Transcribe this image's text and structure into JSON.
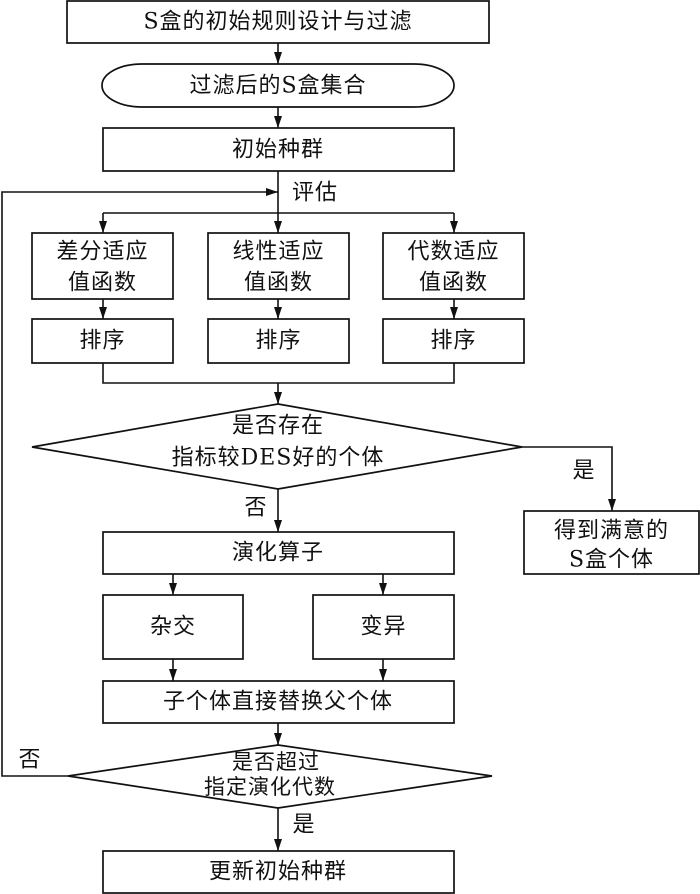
{
  "diagram": {
    "type": "flowchart",
    "steps": {
      "initial_rule_design": "S盒的初始规则设计与过滤",
      "filtered_set": "过滤后的S盒集合",
      "initial_population": "初始种群",
      "evaluate_label": "评估",
      "fitness_functions": [
        {
          "line1": "差分适应",
          "line2": "值函数",
          "sort": "排序"
        },
        {
          "line1": "线性适应",
          "line2": "值函数",
          "sort": "排序"
        },
        {
          "line1": "代数适应",
          "line2": "值函数",
          "sort": "排序"
        }
      ],
      "decision_better_than_des": {
        "line1": "是否存在",
        "line2": "指标较DES好的个体",
        "yes_label": "是",
        "no_label": "否"
      },
      "satisfied_result": {
        "line1": "得到满意的",
        "line2": "S盒个体"
      },
      "evolution_operator": "演化算子",
      "crossover": "杂交",
      "mutation": "变异",
      "replace_parents": "子个体直接替换父个体",
      "decision_generation_limit": {
        "line1": "是否超过",
        "line2": "指定演化代数",
        "yes_label": "是",
        "no_label": "否"
      },
      "update_population": "更新初始种群"
    },
    "colors": {
      "line": "#111111",
      "background": "#ffffff"
    }
  }
}
